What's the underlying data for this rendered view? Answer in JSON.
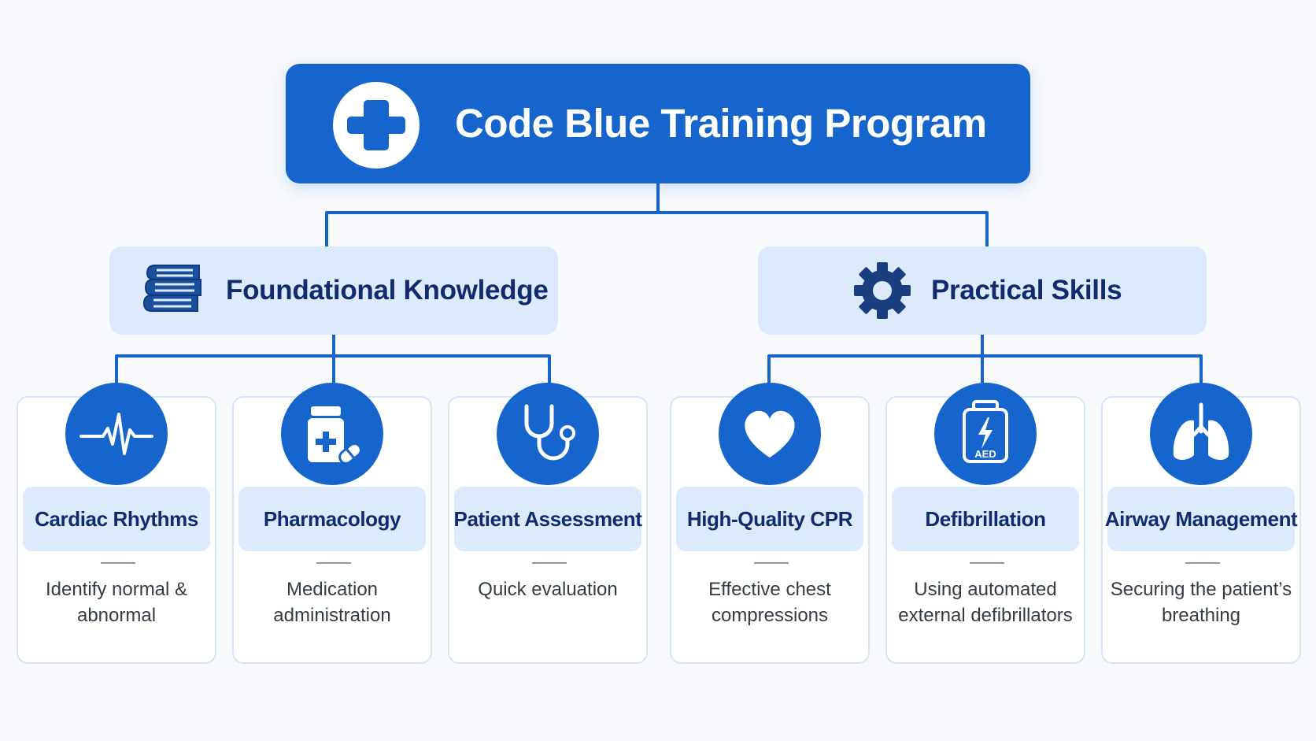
{
  "root": {
    "title": "Code Blue Training Program",
    "icon": "medical-cross-icon"
  },
  "categories": [
    {
      "title": "Foundational Knowledge",
      "icon": "books-icon"
    },
    {
      "title": "Practical Skills",
      "icon": "gear-icon"
    }
  ],
  "modules": [
    {
      "title": "Cardiac Rhythms",
      "description": "Identify normal & abnormal",
      "icon": "heartbeat-icon"
    },
    {
      "title": "Pharmacology",
      "description": "Medication administration",
      "icon": "medicine-bottle-icon"
    },
    {
      "title": "Patient Assessment",
      "description": "Quick evaluation",
      "icon": "stethoscope-icon"
    },
    {
      "title": "High-Quality CPR",
      "description": "Effective chest compressions",
      "icon": "heart-icon"
    },
    {
      "title": "Defibrillation",
      "description": "Using automated external defibrillators",
      "icon": "aed-icon",
      "icon_text": "AED"
    },
    {
      "title": "Airway Management",
      "description": "Securing the patient’s breathing",
      "icon": "lungs-icon"
    }
  ],
  "colors": {
    "primary": "#1565cc",
    "category_bg": "#dceafb",
    "dark_text": "#0f2d6e",
    "connector": "#1565cc"
  }
}
